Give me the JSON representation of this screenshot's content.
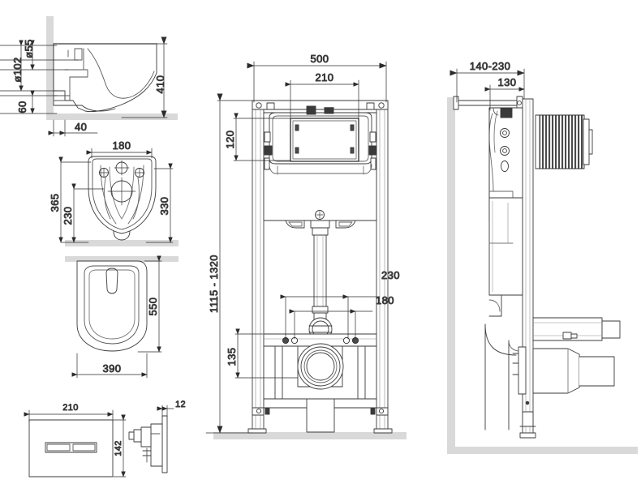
{
  "drawing": {
    "title": "Wall-hung toilet and concealed cistern installation frame — dimensioned technical drawing",
    "units": "mm",
    "line_color": "#3a3a3a",
    "dim_color": "#2b2b2b",
    "wall_color": "#d9d9d9",
    "fill_color": "#ffffff",
    "hatch_color": "#555555"
  },
  "views": {
    "toilet_side": {
      "name": "Wall-hung pan, side section view",
      "dims": {
        "d102": "ø102",
        "d55": "ø55",
        "height_410": "410",
        "height_60": "60",
        "offset_40": "40"
      }
    },
    "toilet_back": {
      "name": "Wall-hung pan, rear view with fixing points",
      "dims": {
        "width_180": "180",
        "height_365": "365",
        "height_230": "230",
        "height_330": "330"
      }
    },
    "toilet_top": {
      "name": "Wall-hung pan, top plan view",
      "dims": {
        "length_550": "550",
        "width_390": "390"
      }
    },
    "flush_plate_front": {
      "name": "Dual flush plate, front view",
      "dims": {
        "width_210": "210",
        "height_142": "142"
      }
    },
    "flush_plate_side": {
      "name": "Dual flush plate, side view",
      "dims": {
        "depth_12": "12"
      }
    },
    "frame_front": {
      "name": "Installation frame with concealed cistern, front elevation",
      "dims": {
        "width_500": "500",
        "inspection_210": "210",
        "inspection_120": "120",
        "height_range": "1115 - 1320",
        "bolt_spacing_230": "230",
        "bolt_spacing_180": "180",
        "outlet_135": "135"
      }
    },
    "frame_side": {
      "name": "Installation frame, side elevation with pipework",
      "dims": {
        "wall_offset": "140-230",
        "depth_130": "130"
      }
    }
  }
}
